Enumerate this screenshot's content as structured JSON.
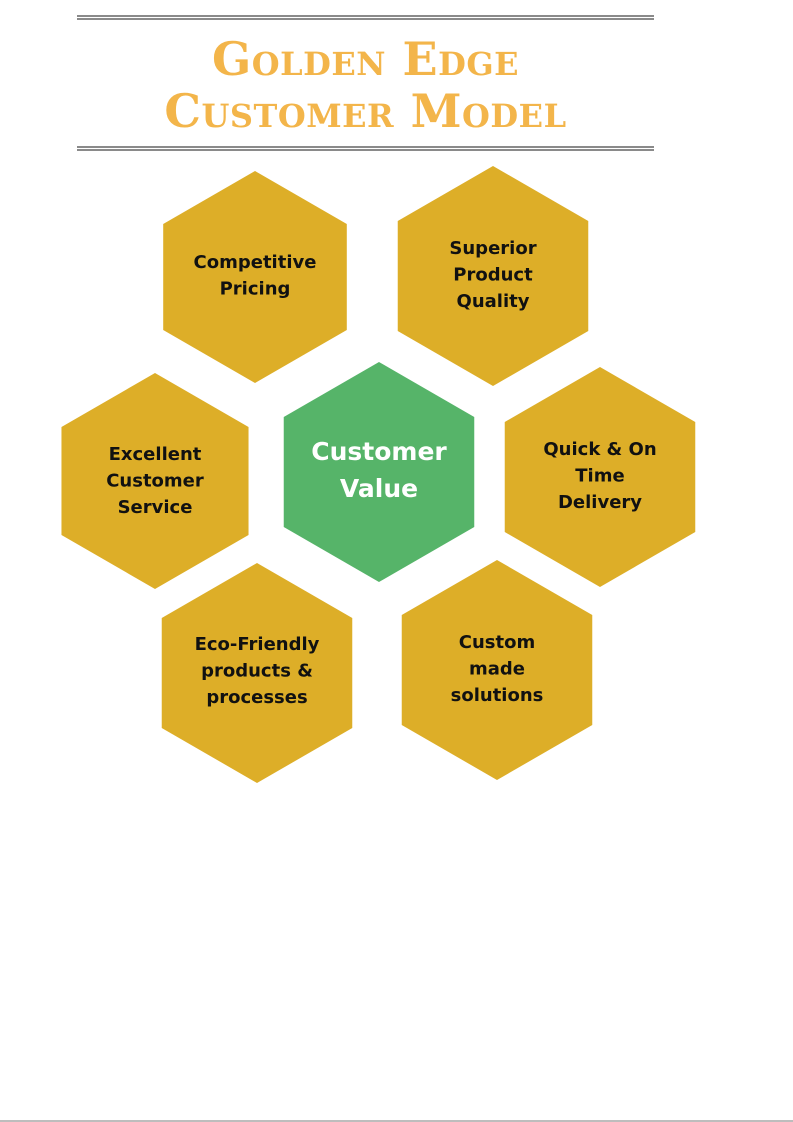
{
  "title": {
    "line1": "Golden Edge",
    "line2": "Customer Model"
  },
  "colors": {
    "title": "#F3B54A",
    "hexagon_outer": "#DDAE28",
    "hexagon_center": "#56B469",
    "rule": "#8A8A8A"
  },
  "center": {
    "lines": [
      "Customer",
      "Value"
    ]
  },
  "hexagons": [
    {
      "id": "competitive-pricing",
      "lines": [
        "Competitive",
        "Pricing"
      ]
    },
    {
      "id": "superior-product-quality",
      "lines": [
        "Superior",
        "Product",
        "Quality"
      ]
    },
    {
      "id": "excellent-customer-service",
      "lines": [
        "Excellent",
        "Customer",
        "Service"
      ]
    },
    {
      "id": "quick-on-time-delivery",
      "lines": [
        "Quick  & On",
        "Time",
        "Delivery"
      ]
    },
    {
      "id": "eco-friendly-products-processes",
      "lines": [
        "Eco-Friendly",
        "products   &",
        "processes"
      ]
    },
    {
      "id": "custom-made-solutions",
      "lines": [
        "Custom",
        "made",
        "solutions"
      ]
    }
  ]
}
